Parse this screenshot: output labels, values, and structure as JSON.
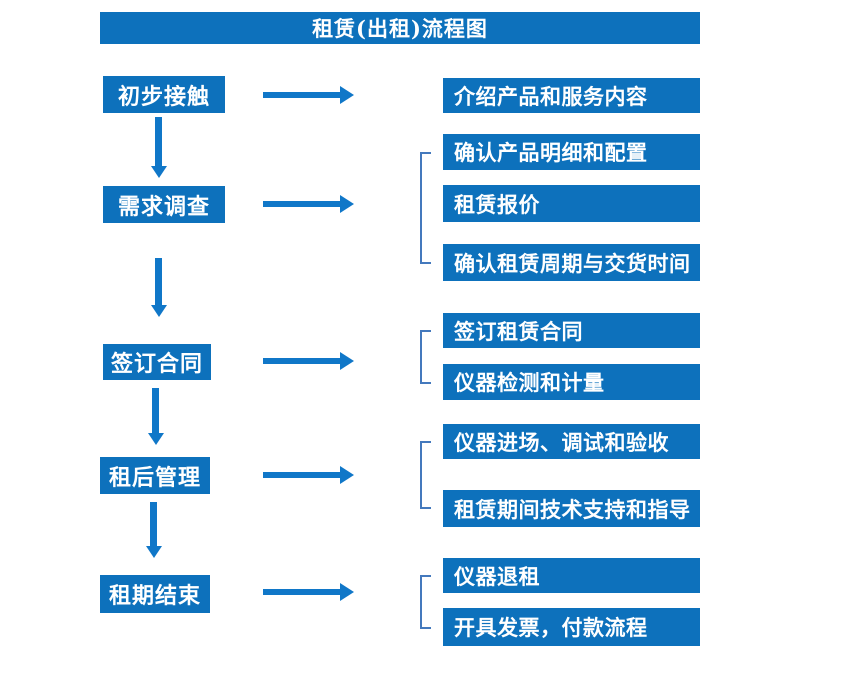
{
  "title": "租赁(出租)流程图",
  "colors": {
    "accent": "#0d71bc",
    "arrow": "#1077c8",
    "bracket": "#4479bd",
    "text": "#ffffff",
    "background": "#ffffff"
  },
  "steps": [
    {
      "label": "初步接触",
      "details": [
        "介绍产品和服务内容"
      ]
    },
    {
      "label": "需求调查",
      "details": [
        "确认产品明细和配置",
        "租赁报价",
        "确认租赁周期与交货时间"
      ]
    },
    {
      "label": "签订合同",
      "details": [
        "签订租赁合同",
        "仪器检测和计量"
      ]
    },
    {
      "label": "租后管理",
      "details": [
        "仪器进场、调试和验收",
        "租赁期间技术支持和指导"
      ]
    },
    {
      "label": "租期结束",
      "details": [
        "仪器退租",
        "开具发票，付款流程"
      ]
    }
  ]
}
